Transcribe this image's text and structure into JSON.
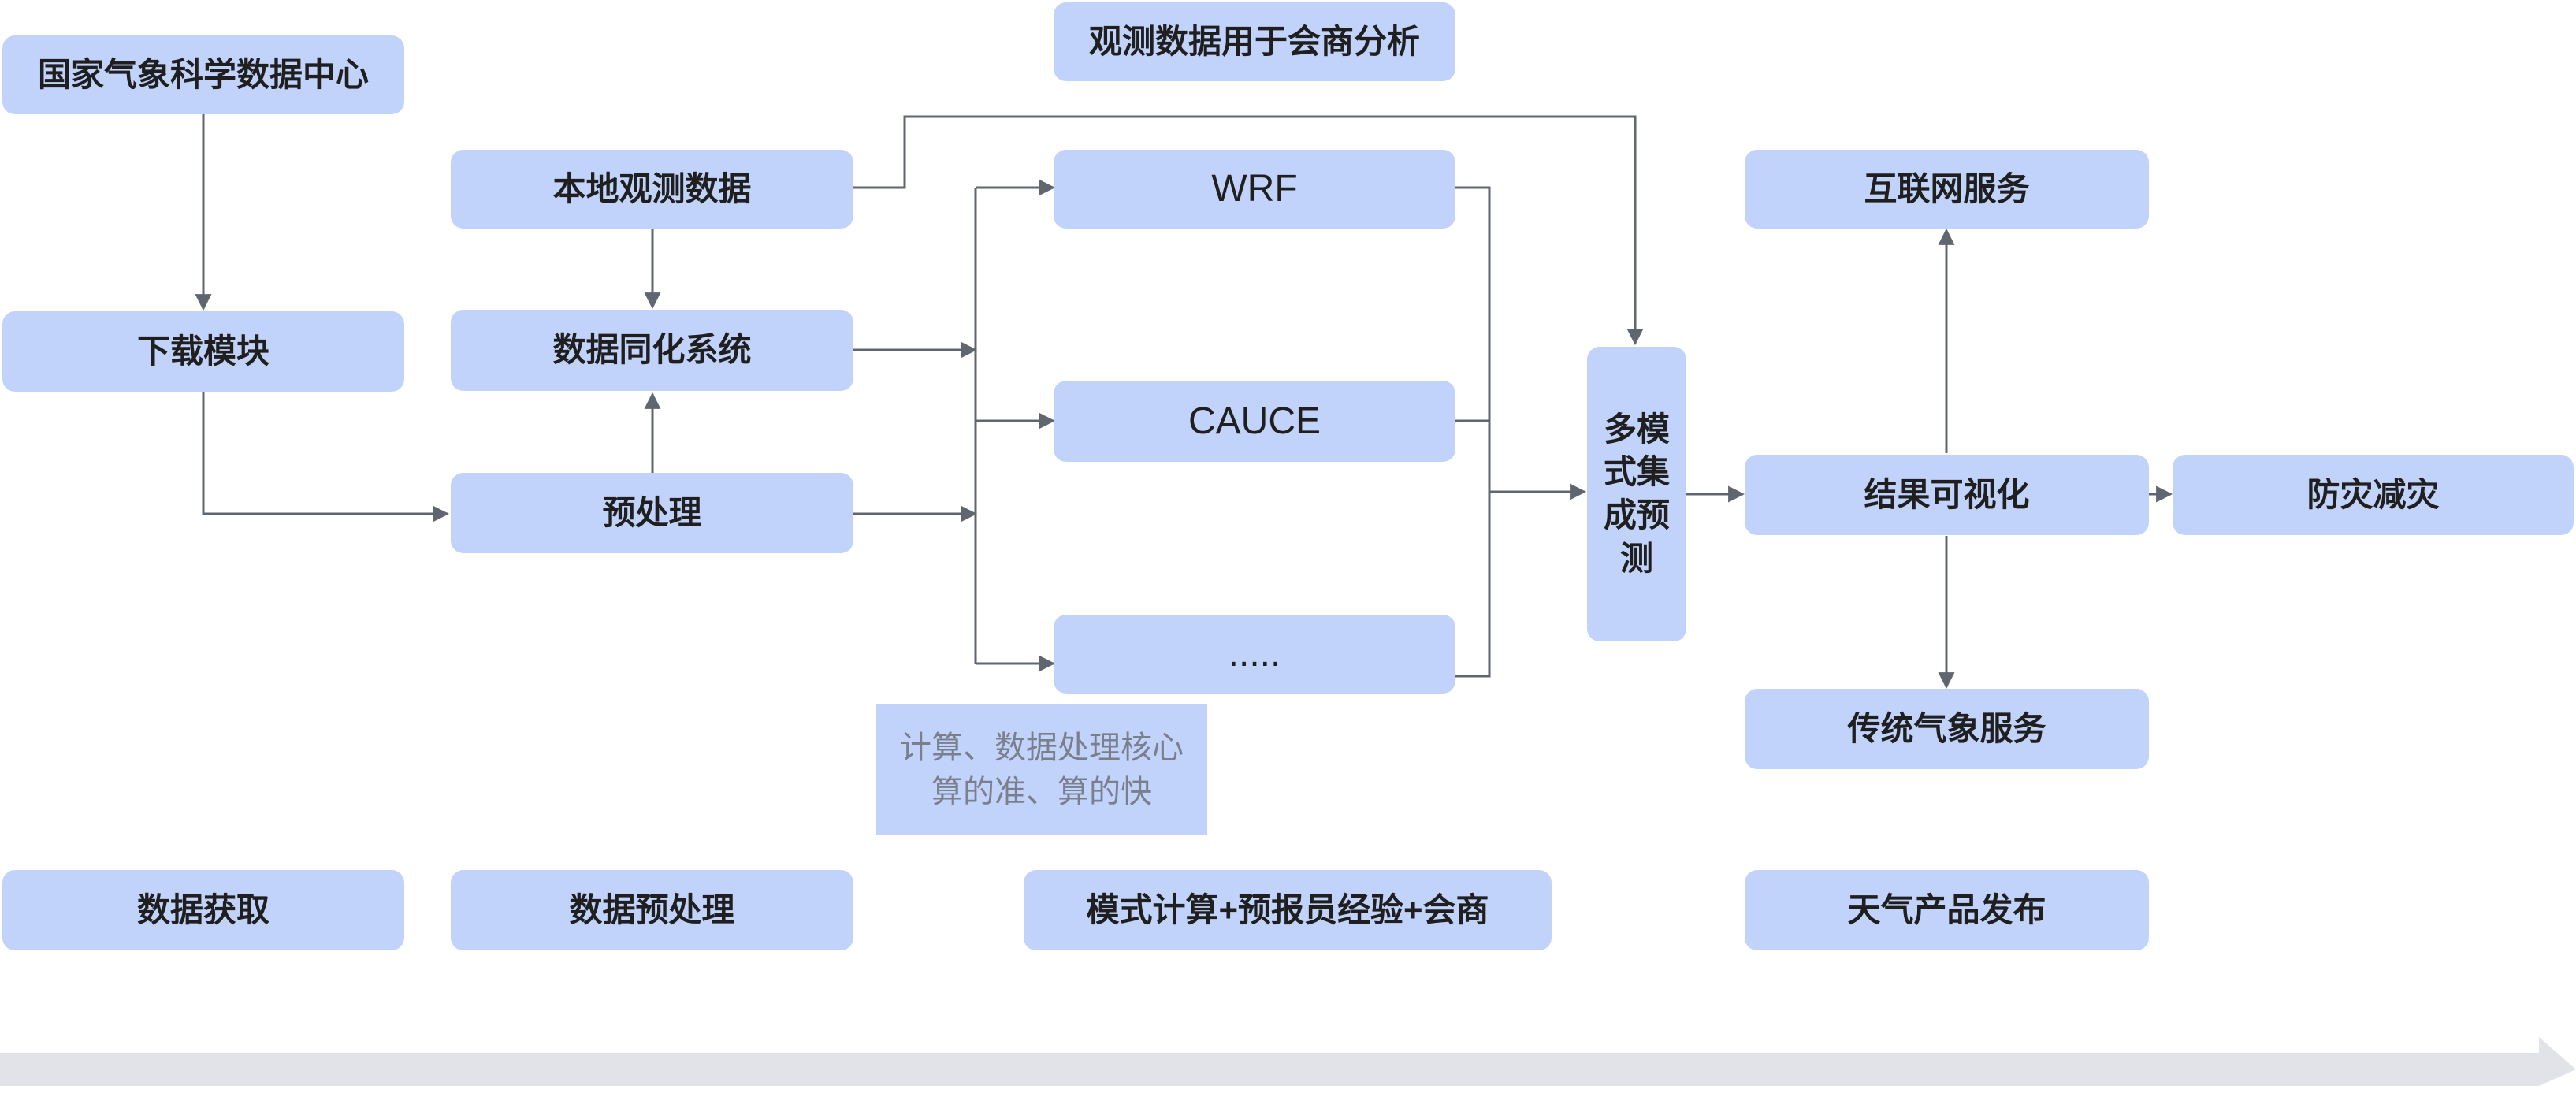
{
  "nodes": {
    "national_center": "国家气象科学数据中心",
    "download_module": "下载模块",
    "local_obs": "本地观测数据",
    "assimilation": "数据同化系统",
    "preprocess": "预处理",
    "obs_consult": "观测数据用于会商分析",
    "wrf": "WRF",
    "cauce": "CAUCE",
    "ellipsis": ".....",
    "ensemble": "多模式集成预测",
    "internet_service": "互联网服务",
    "visualization": "结果可视化",
    "disaster": "防灾减灾",
    "traditional_service": "传统气象服务"
  },
  "note": {
    "line1": "计算、数据处理核心",
    "line2": "算的准、算的快"
  },
  "stages": {
    "acquire": "数据获取",
    "preprocess": "数据预处理",
    "model": "模式计算+预报员经验+会商",
    "publish": "天气产品发布"
  },
  "colors": {
    "node_fill": "#c2d3fb",
    "edge": "#5f6670",
    "timeline": "#e1e3e8"
  }
}
